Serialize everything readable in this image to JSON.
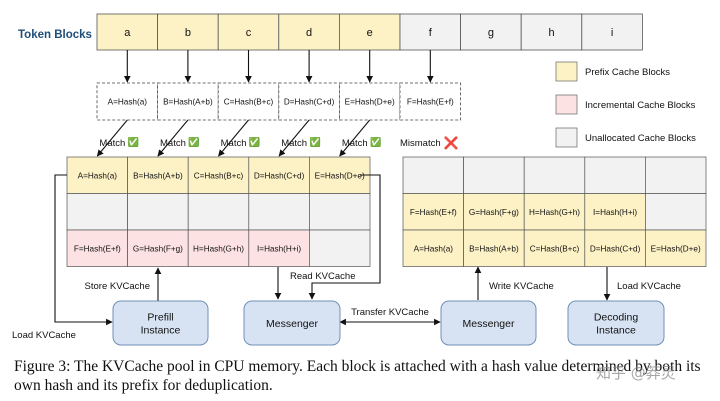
{
  "token_blocks": {
    "label": "Token Blocks",
    "cells": [
      {
        "text": "a",
        "state": "prefix"
      },
      {
        "text": "b",
        "state": "prefix"
      },
      {
        "text": "c",
        "state": "prefix"
      },
      {
        "text": "d",
        "state": "prefix"
      },
      {
        "text": "e",
        "state": "prefix"
      },
      {
        "text": "f",
        "state": "unallocated"
      },
      {
        "text": "g",
        "state": "unallocated"
      },
      {
        "text": "h",
        "state": "unallocated"
      },
      {
        "text": "i",
        "state": "unallocated"
      }
    ]
  },
  "hashes": [
    "A=Hash(a)",
    "B=Hash(A+b)",
    "C=Hash(B+c)",
    "D=Hash(C+d)",
    "E=Hash(D+e)",
    "F=Hash(E+f)"
  ],
  "matches": [
    {
      "label": "Match",
      "mark": "✅"
    },
    {
      "label": "Match",
      "mark": "✅"
    },
    {
      "label": "Match",
      "mark": "✅"
    },
    {
      "label": "Match",
      "mark": "✅"
    },
    {
      "label": "Match",
      "mark": "✅"
    },
    {
      "label": "Mismatch",
      "mark": "❌"
    }
  ],
  "legend": [
    {
      "label": "Prefix Cache Blocks",
      "color": "#fdf2c6"
    },
    {
      "label": "Incremental Cache Blocks",
      "color": "#fce2e2"
    },
    {
      "label": "Unallocated Cache Blocks",
      "color": "#f2f2f2"
    }
  ],
  "left_pool": {
    "rows": [
      [
        {
          "text": "A=Hash(a)",
          "state": "prefix"
        },
        {
          "text": "B=Hash(A+b)",
          "state": "prefix"
        },
        {
          "text": "C=Hash(B+c)",
          "state": "prefix"
        },
        {
          "text": "D=Hash(C+d)",
          "state": "prefix"
        },
        {
          "text": "E=Hash(D+e)",
          "state": "prefix"
        }
      ],
      [
        {
          "text": "",
          "state": "unallocated"
        },
        {
          "text": "",
          "state": "unallocated"
        },
        {
          "text": "",
          "state": "unallocated"
        },
        {
          "text": "",
          "state": "unallocated"
        },
        {
          "text": "",
          "state": "unallocated"
        }
      ],
      [
        {
          "text": "F=Hash(E+f)",
          "state": "incremental"
        },
        {
          "text": "G=Hash(F+g)",
          "state": "incremental"
        },
        {
          "text": "H=Hash(G+h)",
          "state": "incremental"
        },
        {
          "text": "I=Hash(H+i)",
          "state": "incremental"
        },
        {
          "text": "",
          "state": "unallocated"
        }
      ]
    ]
  },
  "right_pool": {
    "rows": [
      [
        {
          "text": "",
          "state": "unallocated"
        },
        {
          "text": "",
          "state": "unallocated"
        },
        {
          "text": "",
          "state": "unallocated"
        },
        {
          "text": "",
          "state": "unallocated"
        },
        {
          "text": "",
          "state": "unallocated"
        }
      ],
      [
        {
          "text": "F=Hash(E+f)",
          "state": "prefix"
        },
        {
          "text": "G=Hash(F+g)",
          "state": "prefix"
        },
        {
          "text": "H=Hash(G+h)",
          "state": "prefix"
        },
        {
          "text": "I=Hash(H+i)",
          "state": "prefix"
        },
        {
          "text": "",
          "state": "unallocated"
        }
      ],
      [
        {
          "text": "A=Hash(a)",
          "state": "prefix"
        },
        {
          "text": "B=Hash(A+b)",
          "state": "prefix"
        },
        {
          "text": "C=Hash(B+c)",
          "state": "prefix"
        },
        {
          "text": "D=Hash(C+d)",
          "state": "prefix"
        },
        {
          "text": "E=Hash(D+e)",
          "state": "prefix"
        }
      ]
    ]
  },
  "nodes": {
    "prefill": [
      "Prefill",
      "Instance"
    ],
    "messenger_left": [
      "Messenger"
    ],
    "messenger_right": [
      "Messenger"
    ],
    "decoding": [
      "Decoding",
      "Instance"
    ]
  },
  "edge_labels": {
    "store": "Store KVCache",
    "load_left": "Load KVCache",
    "read": "Read KVCache",
    "transfer": "Transfer KVCache",
    "write": "Write KVCache",
    "load_right": "Load KVCache"
  },
  "colors": {
    "prefix": "#fdf2c6",
    "incremental": "#fce2e2",
    "unallocated": "#f2f2f2",
    "node_fill": "#d7e3f3",
    "node_stroke": "#6f8fb8",
    "title_blue": "#1f4e79",
    "check": "#3cae3c",
    "cross": "#d7263d"
  },
  "caption": "Figure 3: The KVCache pool in CPU memory. Each block is attached with a hash value determined by both its own hash and its prefix for deduplication.",
  "watermark": "知乎 @莽灵"
}
